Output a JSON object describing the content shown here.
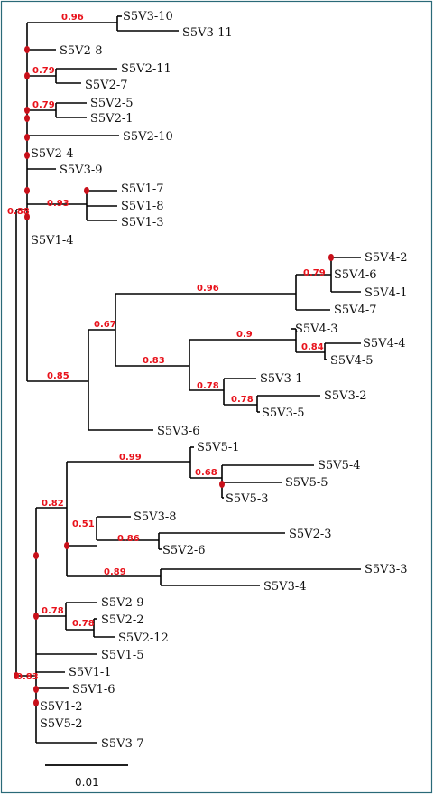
{
  "colors": {
    "frame": "#2a6a78",
    "branch": "#000000",
    "support": "#e8121b",
    "node": "#c8101a"
  },
  "leaves": [
    "S5V3-10",
    "S5V3-11",
    "S5V2-8",
    "S5V2-11",
    "S5V2-7",
    "S5V2-5",
    "S5V2-1",
    "S5V2-10",
    "S5V2-4",
    "S5V3-9",
    "S5V1-7",
    "S5V1-8",
    "S5V1-3",
    "S5V1-4",
    "S5V4-2",
    "S5V4-6",
    "S5V4-1",
    "S5V4-7",
    "S5V4-3",
    "S5V4-4",
    "S5V4-5",
    "S5V3-1",
    "S5V3-2",
    "S5V3-5",
    "S5V3-6",
    "S5V5-1",
    "S5V5-4",
    "S5V5-5",
    "S5V5-3",
    "S5V3-8",
    "S5V2-3",
    "S5V2-6",
    "S5V3-3",
    "S5V3-4",
    "S5V2-9",
    "S5V2-2",
    "S5V2-12",
    "S5V1-5",
    "S5V1-1",
    "S5V1-6",
    "S5V1-2",
    "S5V5-2",
    "S5V3-7"
  ],
  "support_values": [
    "0.96",
    "0.79",
    "0.79",
    "0.93",
    "0.88",
    "0.96",
    "0.79",
    "0.67",
    "0.9",
    "0.84",
    "0.83",
    "0.78",
    "0.78",
    "0.85",
    "0.99",
    "0.68",
    "0.82",
    "0.51",
    "0.86",
    "0.89",
    "0.78",
    "0.78",
    "0.83"
  ],
  "scale_bar": {
    "label": "0.01"
  }
}
